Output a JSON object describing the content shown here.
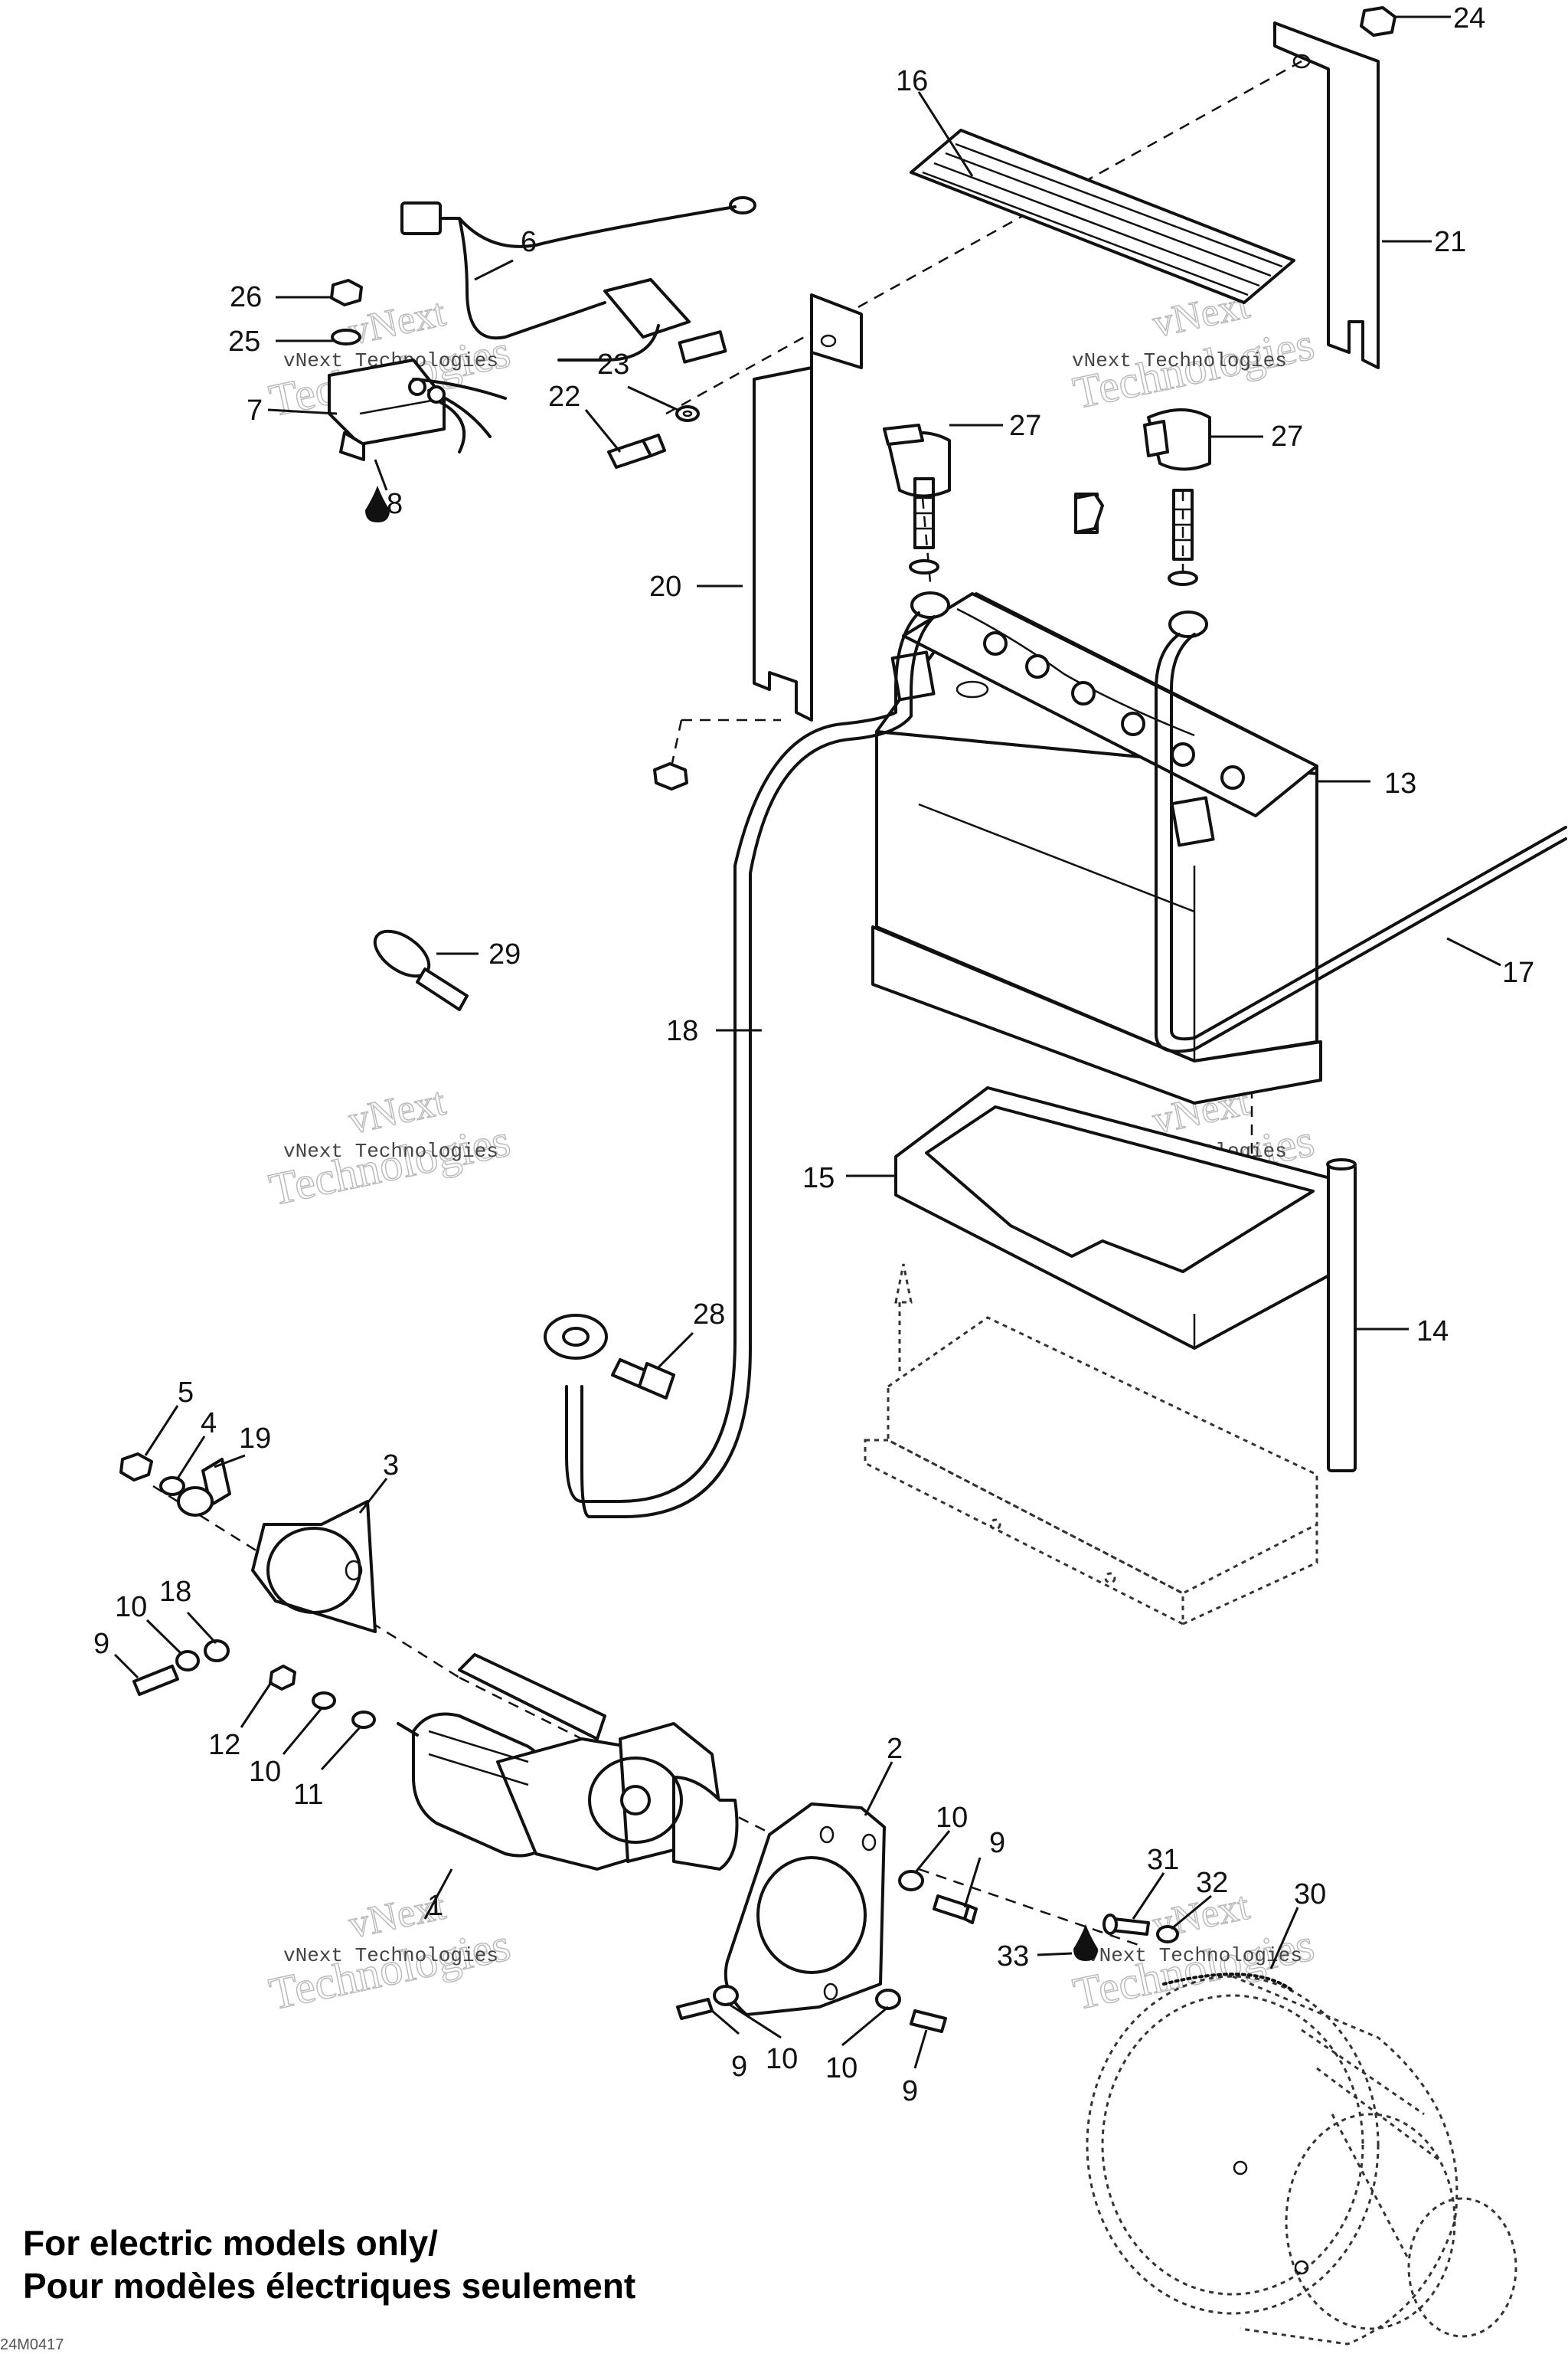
{
  "callouts": [
    {
      "id": "c24",
      "text": "24"
    },
    {
      "id": "c16",
      "text": "16"
    },
    {
      "id": "c21",
      "text": "21"
    },
    {
      "id": "c6",
      "text": "6"
    },
    {
      "id": "c26",
      "text": "26"
    },
    {
      "id": "c25",
      "text": "25"
    },
    {
      "id": "c23",
      "text": "23"
    },
    {
      "id": "c7",
      "text": "7"
    },
    {
      "id": "c22",
      "text": "22"
    },
    {
      "id": "c8",
      "text": "8"
    },
    {
      "id": "c27a",
      "text": "27"
    },
    {
      "id": "c27b",
      "text": "27"
    },
    {
      "id": "c20",
      "text": "20"
    },
    {
      "id": "c13",
      "text": "13"
    },
    {
      "id": "c17",
      "text": "17"
    },
    {
      "id": "c29",
      "text": "29"
    },
    {
      "id": "c18a",
      "text": "18"
    },
    {
      "id": "c15",
      "text": "15"
    },
    {
      "id": "c14",
      "text": "14"
    },
    {
      "id": "c28",
      "text": "28"
    },
    {
      "id": "c5",
      "text": "5"
    },
    {
      "id": "c4",
      "text": "4"
    },
    {
      "id": "c19",
      "text": "19"
    },
    {
      "id": "c3",
      "text": "3"
    },
    {
      "id": "c10a",
      "text": "10"
    },
    {
      "id": "c18b",
      "text": "18"
    },
    {
      "id": "c9a",
      "text": "9"
    },
    {
      "id": "c12",
      "text": "12"
    },
    {
      "id": "c10b",
      "text": "10"
    },
    {
      "id": "c11",
      "text": "11"
    },
    {
      "id": "c2",
      "text": "2"
    },
    {
      "id": "c10c",
      "text": "10"
    },
    {
      "id": "c9b",
      "text": "9"
    },
    {
      "id": "c1",
      "text": "1"
    },
    {
      "id": "c31",
      "text": "31"
    },
    {
      "id": "c32",
      "text": "32"
    },
    {
      "id": "c30",
      "text": "30"
    },
    {
      "id": "c33",
      "text": "33"
    },
    {
      "id": "c9c",
      "text": "9"
    },
    {
      "id": "c10d",
      "text": "10"
    },
    {
      "id": "c10e",
      "text": "10"
    },
    {
      "id": "c9d",
      "text": "9"
    }
  ],
  "watermark": {
    "line1": "vNext",
    "line2": "Technologies",
    "small": "vNext Technologies"
  },
  "footer": {
    "line1": "For electric models only/",
    "line2": "Pour modèles électriques seulement"
  },
  "doc_code": "24M0417"
}
